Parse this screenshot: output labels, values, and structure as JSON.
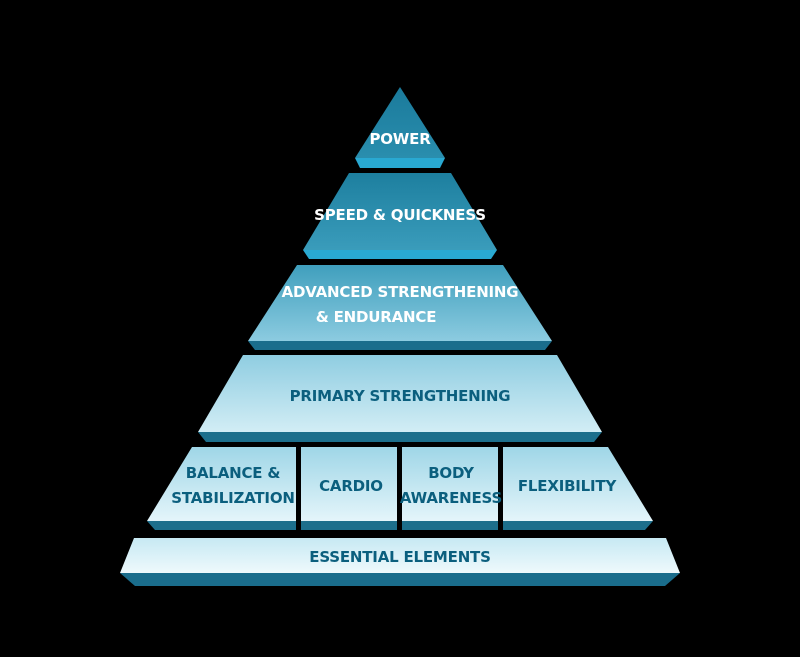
{
  "pyramid": {
    "power": "POWER",
    "speed": "SPEED & QUICKNESS",
    "advanced_line1": "ADVANCED STRENGTHENING",
    "advanced_line2": "& ENDURANCE",
    "primary": "PRIMARY STRENGTHENING",
    "balance_line1": "BALANCE &",
    "balance_line2": "STABILIZATION",
    "cardio": "CARDIO",
    "body_line1": "BODY",
    "body_line2": "AWARENESS",
    "flexibility": "FLEXIBILITY",
    "essential": "ESSENTIAL ELEMENTS"
  }
}
